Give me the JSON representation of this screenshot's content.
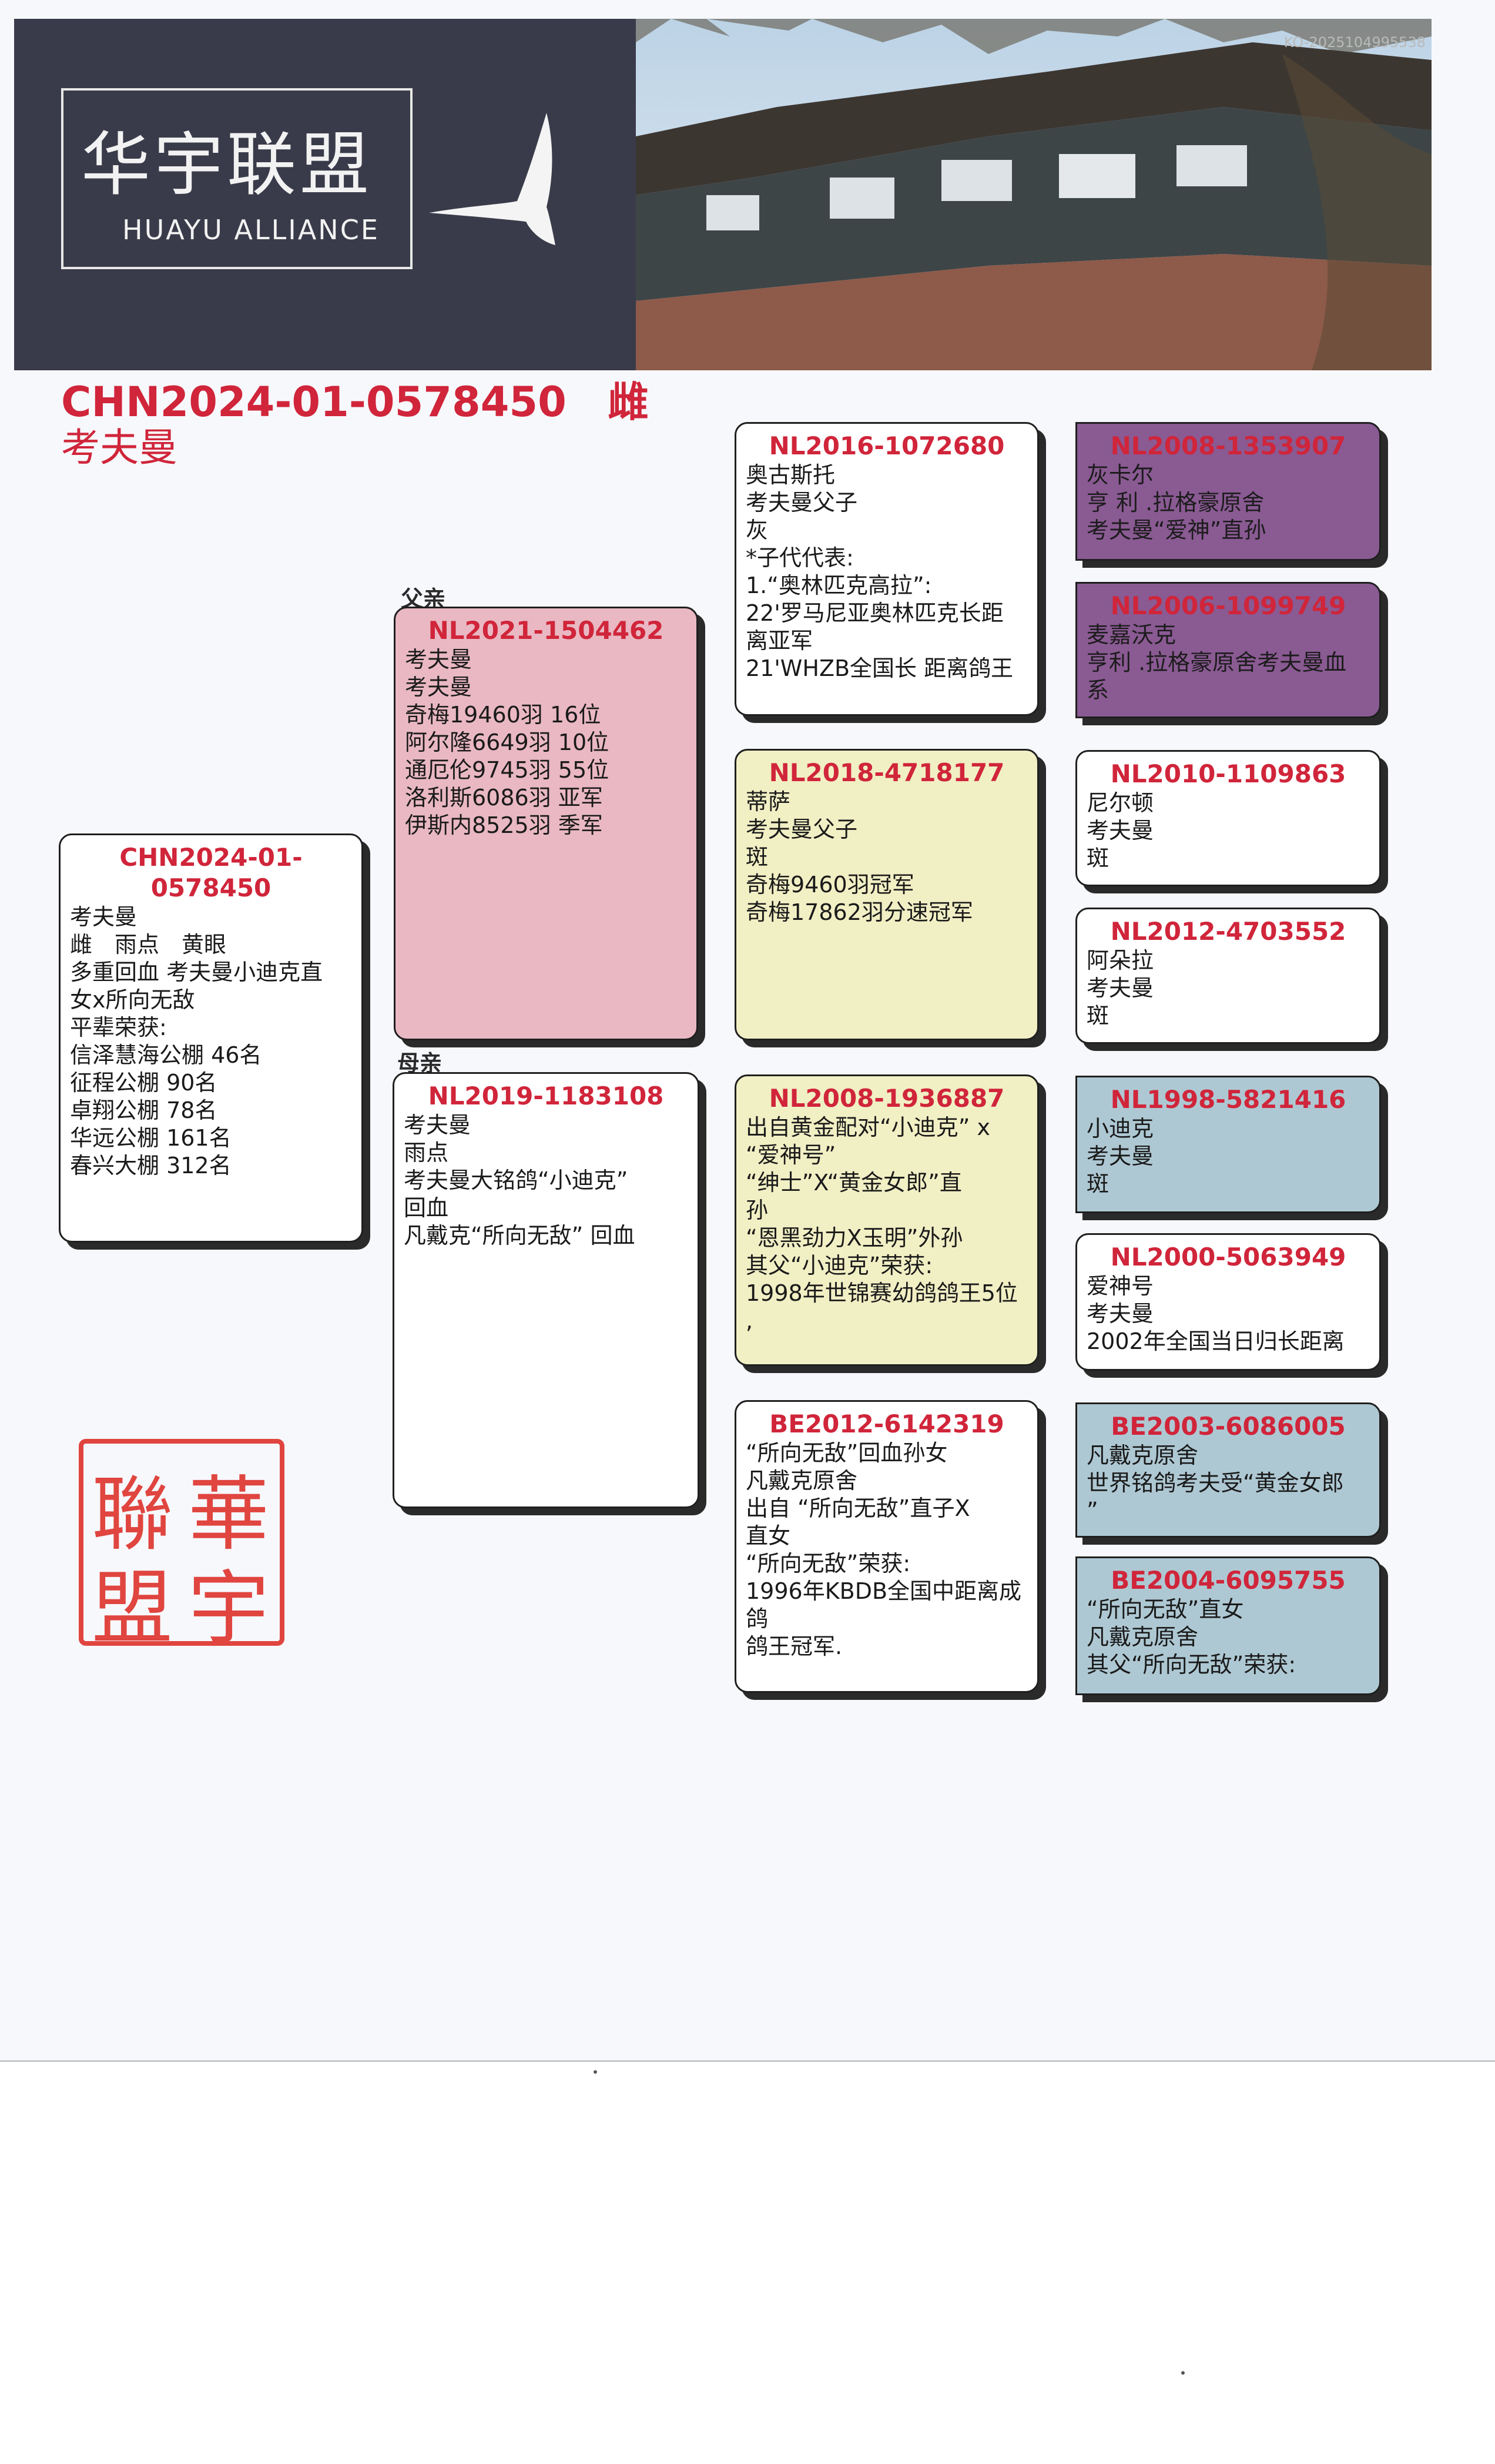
{
  "header": {
    "logo_cn": "华宇联盟",
    "logo_en": "HUAYU ALLIANCE",
    "photo_id": "KO-2025104995538"
  },
  "title": {
    "ring": "CHN2024-01-0578450",
    "gender": "雌",
    "line": "考夫曼"
  },
  "labels": {
    "sire": "父亲",
    "dam": "母亲"
  },
  "subject": {
    "ring": "CHN2024-01-0578450",
    "lines": [
      "考夫曼",
      "雌　雨点　黄眼",
      "多重回血 考夫曼小迪克直",
      "女x所向无敌",
      "平辈荣获:",
      "信泽慧海公棚 46名",
      "征程公棚 90名",
      "卓翔公棚 78名",
      "华远公棚 161名",
      "春兴大棚 312名"
    ]
  },
  "sire": {
    "ring": "NL2021-1504462",
    "lines": [
      "考夫曼",
      "考夫曼",
      "奇梅19460羽 16位",
      "阿尔隆6649羽 10位",
      "通厄伦9745羽 55位",
      "洛利斯6086羽 亚军",
      "伊斯内8525羽 季军"
    ]
  },
  "dam": {
    "ring": "NL2019-1183108",
    "lines": [
      "考夫曼",
      "雨点",
      "考夫曼大铭鸽“小迪克”",
      "回血",
      "凡戴克“所向无敌” 回血"
    ]
  },
  "grandparents": [
    {
      "ring": "NL2016-1072680",
      "lines": [
        "奥古斯托",
        "考夫曼父子",
        "灰",
        "*子代代表:",
        "1.“奥林匹克高拉”:",
        "22'罗马尼亚奥林匹克长距",
        "离亚军",
        "21'WHZB全国长 距离鸽王"
      ]
    },
    {
      "ring": "NL2018-4718177",
      "lines": [
        "蒂萨",
        "考夫曼父子",
        "斑",
        "奇梅9460羽冠军",
        "奇梅17862羽分速冠军"
      ]
    },
    {
      "ring": "NL2008-1936887",
      "lines": [
        "出自黄金配对“小迪克” x",
        "“爱神号”",
        "“绅士”X“黄金女郎”直",
        "孙",
        "“恩黑劲力X玉明”外孙",
        "其父“小迪克”荣获:",
        "1998年世锦赛幼鸽鸽王5位",
        ","
      ]
    },
    {
      "ring": "BE2012-6142319",
      "lines": [
        "“所向无敌”回血孙女",
        "凡戴克原舍",
        "出自 “所向无敌”直子X",
        "直女",
        "“所向无敌”荣获:",
        "1996年KBDB全国中距离成",
        "鸽",
        "鸽王冠军."
      ]
    }
  ],
  "great_grandparents": [
    {
      "ring": "NL2008-1353907",
      "lines": [
        "灰卡尔",
        "亨 利 .拉格豪原舍",
        "考夫曼“爱神”直孙"
      ]
    },
    {
      "ring": "NL2006-1099749",
      "lines": [
        "麦嘉沃克",
        "亨利 .拉格豪原舍考夫曼血",
        "系"
      ]
    },
    {
      "ring": "NL2010-1109863",
      "lines": [
        "尼尔顿",
        "考夫曼",
        "斑"
      ]
    },
    {
      "ring": "NL2012-4703552",
      "lines": [
        "阿朵拉",
        "考夫曼",
        "斑"
      ]
    },
    {
      "ring": "NL1998-5821416",
      "lines": [
        "小迪克",
        "考夫曼",
        "斑"
      ]
    },
    {
      "ring": "NL2000-5063949",
      "lines": [
        "爱神号",
        "考夫曼",
        "2002年全国当日归长距离"
      ]
    },
    {
      "ring": "BE2003-6086005",
      "lines": [
        "凡戴克原舍",
        "世界铭鸽考夫受“黄金女郎",
        "”"
      ]
    },
    {
      "ring": "BE2004-6095755",
      "lines": [
        "“所向无敌”直女",
        "凡戴克原舍",
        "其父“所向无敌”荣获:"
      ]
    }
  ],
  "stamp": {
    "chars": [
      "華",
      "宇",
      "聯",
      "盟"
    ]
  },
  "colors": {
    "accent_red": "#d0253a",
    "pink_card": "#e9b8c3",
    "yellow_card": "#f1efc4",
    "purple_card": "#8a5a93",
    "blue_card": "#aec8d3",
    "header_dark": "#3a3b4a",
    "stamp_red": "#e0453f"
  }
}
